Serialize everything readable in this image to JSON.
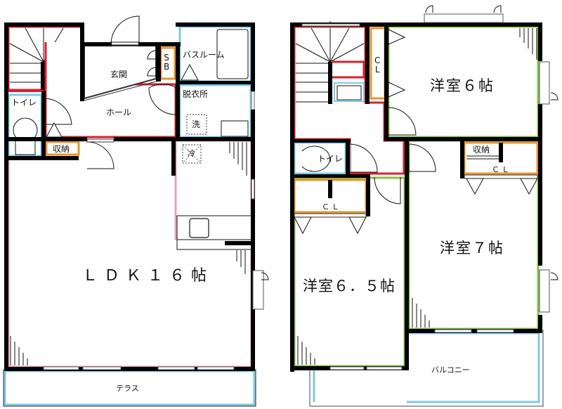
{
  "colors": {
    "wall": "#000000",
    "stair_hall": "#d8202c",
    "wet_area": "#7ec8e6",
    "storage": "#e8952e",
    "living": "#e6a3bf",
    "bedroom": "#86c04a",
    "outdoor": "#7ec8e6",
    "background": "#ffffff"
  },
  "floor1": {
    "rooms": {
      "ldk": "ＬＤＫ１６帖",
      "entrance": "玄関",
      "hall": "ホール",
      "toilet": "トイレ",
      "storage": "収納",
      "shoe_box_top": "S",
      "shoe_box_bottom": "B",
      "bathroom": "バスルーム",
      "dressing": "脱衣所",
      "washer": "洗",
      "fridge": "冷",
      "terrace": "テラス"
    }
  },
  "floor2": {
    "rooms": {
      "western_6": "洋室６帖",
      "western_7": "洋室７帖",
      "western_6_5": "洋室６．５帖",
      "toilet": "トイレ",
      "storage": "収納",
      "closet_top_c": "C",
      "closet_top_l": "L",
      "closet_right": "ＣＬ",
      "closet_left": "ＣＬ",
      "balcony": "バルコニー"
    }
  }
}
